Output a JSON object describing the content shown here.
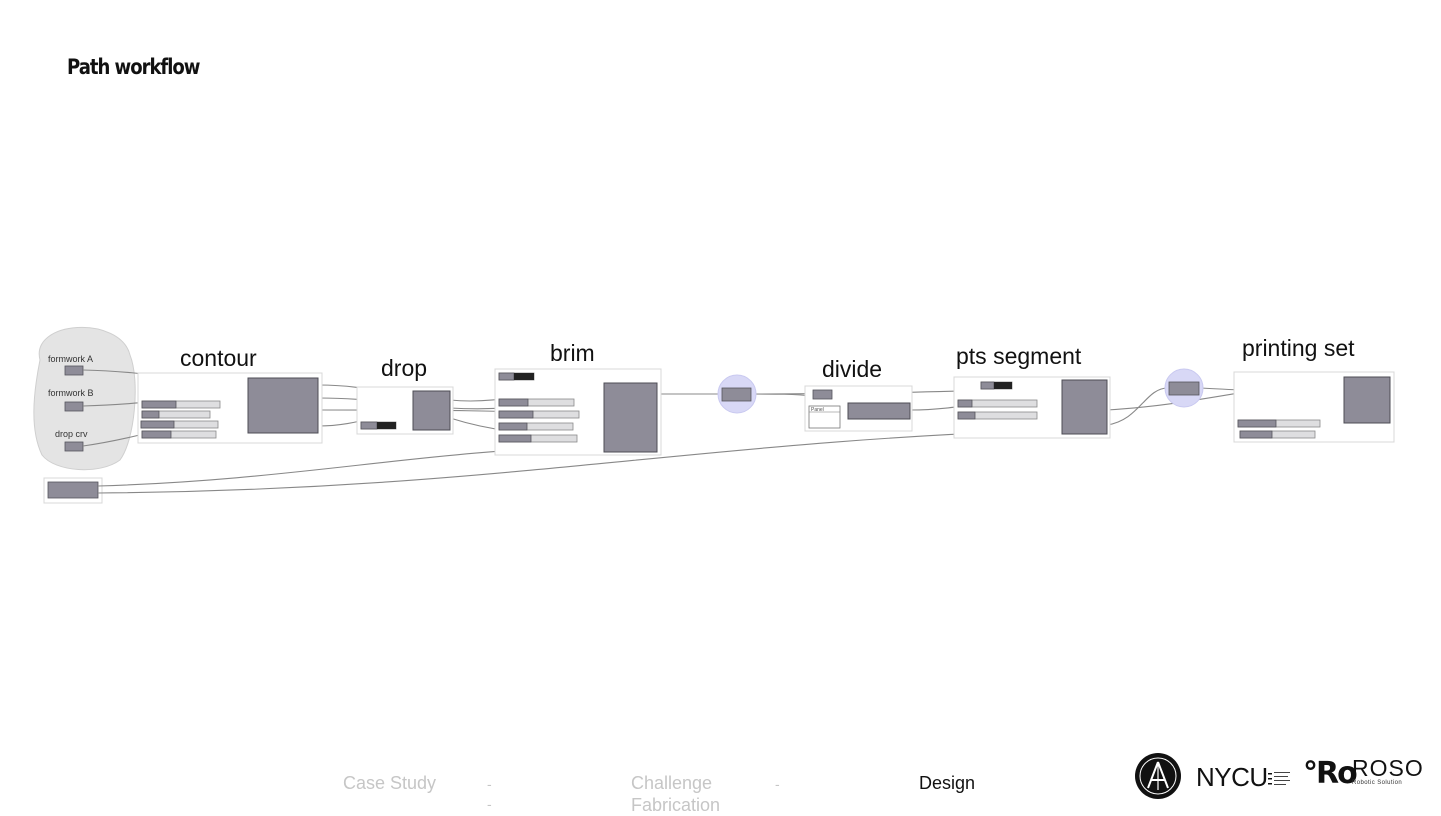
{
  "page": {
    "title": "Path workflow"
  },
  "diagram": {
    "stages": [
      "contour",
      "drop",
      "brim",
      "divide",
      "pts segment",
      "printing set"
    ],
    "inputs": [
      "formwork A",
      "formwork B",
      "drop crv"
    ],
    "divide_panel_label": "Panel"
  },
  "footer": {
    "nav": [
      {
        "label": "Case Study",
        "active": false
      },
      {
        "label": "-",
        "active": false
      },
      {
        "label": "Challenge",
        "active": false
      },
      {
        "label": "-",
        "active": false
      },
      {
        "label": "Design",
        "active": true
      },
      {
        "label": "-",
        "active": false
      },
      {
        "label": "Fabrication",
        "active": false
      }
    ],
    "logos": {
      "nycu": "NYCU",
      "nycu_subtext": "National Yang Ming Chiao Tung University",
      "roso": "ROSO",
      "roso_subtitle": "Robotic Solution"
    }
  },
  "colors": {
    "component": "#8e8c98",
    "relay": "#d8d8f6",
    "wire": "#888888",
    "inactive_nav": "#c6c6c6",
    "active_nav": "#111111"
  }
}
